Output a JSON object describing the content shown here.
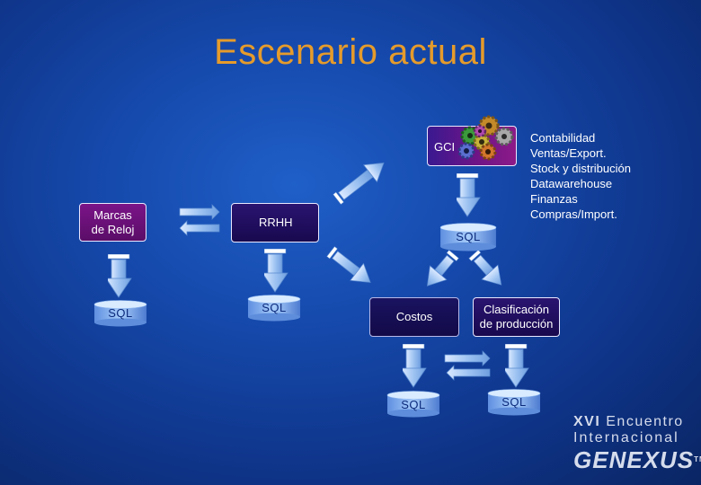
{
  "title": "Escenario actual",
  "nodes": {
    "gci": "GCI",
    "marcas_line1": "Marcas",
    "marcas_line2": "de Reloj",
    "rrhh": "RRHH",
    "costos": "Costos",
    "clasif_line1": "Clasificación",
    "clasif_line2": "de producción"
  },
  "databases": {
    "marcas_sql": "SQL",
    "rrhh_sql": "SQL",
    "gci_sql": "SQL",
    "costos_sql": "SQL",
    "clasif_sql": "SQL"
  },
  "gci_modules": [
    "Contabilidad",
    "Ventas/Export.",
    "Stock y distribución",
    "Datawarehouse",
    "Finanzas",
    "Compras/Import."
  ],
  "logo": {
    "line1_bold": "XVI",
    "line1_rest": " Encuentro",
    "line2": "Internacional",
    "line3": "GENEXUS",
    "tm": "TM"
  },
  "colors": {
    "title": "#e59b2b",
    "background": "#1548aa",
    "arrow": "#cfe6ff",
    "node_purple": "#6a1278"
  },
  "icons": [
    "gears-icon",
    "database-icon",
    "arrow-down-icon",
    "double-arrow-icon"
  ]
}
